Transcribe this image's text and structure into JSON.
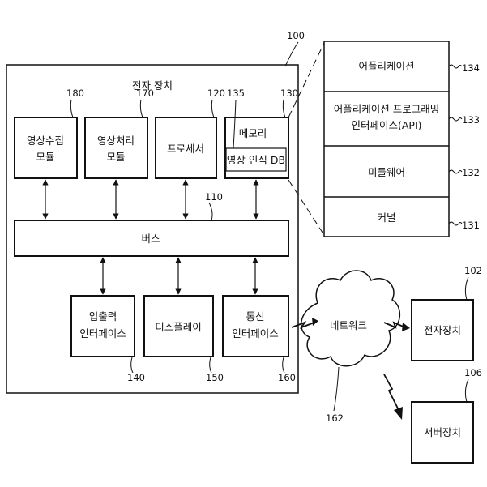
{
  "device": {
    "title": "전자 장치",
    "ref": "100",
    "modules": {
      "image_capture": {
        "line1": "영상수집",
        "line2": "모듈",
        "ref": "180"
      },
      "image_processing": {
        "line1": "영상처리",
        "line2": "모듈",
        "ref": "170"
      },
      "processor": {
        "label": "프로세서",
        "ref": "120"
      },
      "memory": {
        "label": "메모리",
        "ref": "130",
        "db_label": "영상 인식 DB",
        "db_ref": "135"
      },
      "bus": {
        "label": "버스",
        "ref": "110"
      },
      "io_interface": {
        "line1": "입출력",
        "line2": "인터페이스",
        "ref": "140"
      },
      "display": {
        "label": "디스플레이",
        "ref": "150"
      },
      "comm_interface": {
        "line1": "통신",
        "line2": "인터페이스",
        "ref": "160"
      }
    }
  },
  "software_stack": {
    "application": {
      "label": "어플리케이션",
      "ref": "134"
    },
    "api": {
      "line1": "어플리케이션 프로그래밍",
      "line2": "인터페이스(API)",
      "ref": "133"
    },
    "middleware": {
      "label": "미들웨어",
      "ref": "132"
    },
    "kernel": {
      "label": "커널",
      "ref": "131"
    }
  },
  "network": {
    "label": "네트워크",
    "ref": "162"
  },
  "external": {
    "electronic_device": {
      "label": "전자장치",
      "ref": "102"
    },
    "server": {
      "label": "서버장치",
      "ref": "106"
    }
  }
}
